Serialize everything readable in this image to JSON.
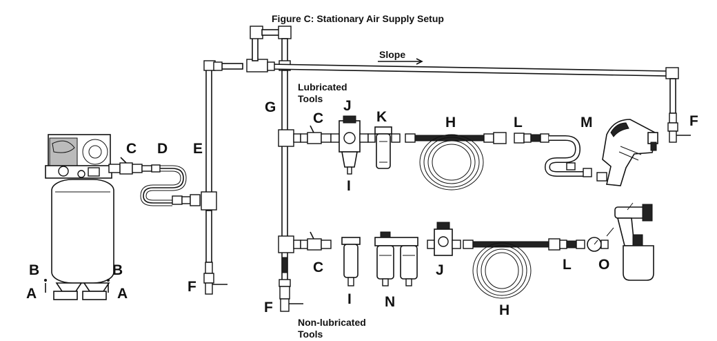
{
  "figure": {
    "title": "Figure C:  Stationary Air Supply Setup",
    "slope_label": "Slope",
    "lubricated_line1": "Lubricated",
    "lubricated_line2": "Tools",
    "nonlubricated_line1": "Non-lubricated",
    "nonlubricated_line2": "Tools"
  },
  "labels": {
    "A": "A",
    "B": "B",
    "C": "C",
    "D": "D",
    "E": "E",
    "F": "F",
    "G": "G",
    "H": "H",
    "I": "I",
    "J": "J",
    "K": "K",
    "L": "L",
    "M": "M",
    "N": "N",
    "O": "O"
  }
}
